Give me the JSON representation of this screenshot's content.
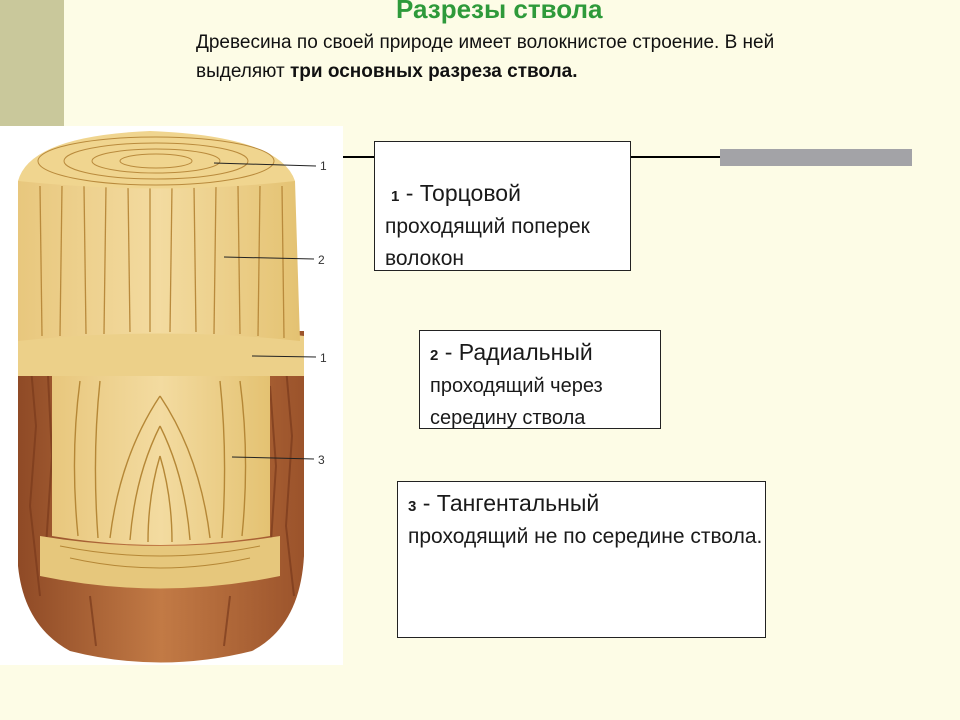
{
  "title": "Разрезы ствола",
  "intro": {
    "text": "Древесина по своей природе имеет волокнистое строение. В ней выделяют ",
    "bold": "три основных разреза ствола."
  },
  "diagram": {
    "labels": [
      "1",
      "2",
      "1",
      "3"
    ]
  },
  "sections": [
    {
      "number": "1",
      "dash": " - ",
      "heading": "Торцовой",
      "description": "проходящий поперек волокон"
    },
    {
      "number": "2",
      "dash": " - ",
      "heading": "Радиальный",
      "description": "проходящий через середину ствола"
    },
    {
      "number": "3",
      "dash": " - ",
      "heading": "Тангентальный",
      "description": "проходящий  не по середине ствола."
    }
  ],
  "colors": {
    "background": "#fdfce6",
    "title": "#2e9a3a",
    "wood_light": "#f1d99a",
    "wood_mid": "#e2bd6c",
    "bark": "#b5683a"
  }
}
